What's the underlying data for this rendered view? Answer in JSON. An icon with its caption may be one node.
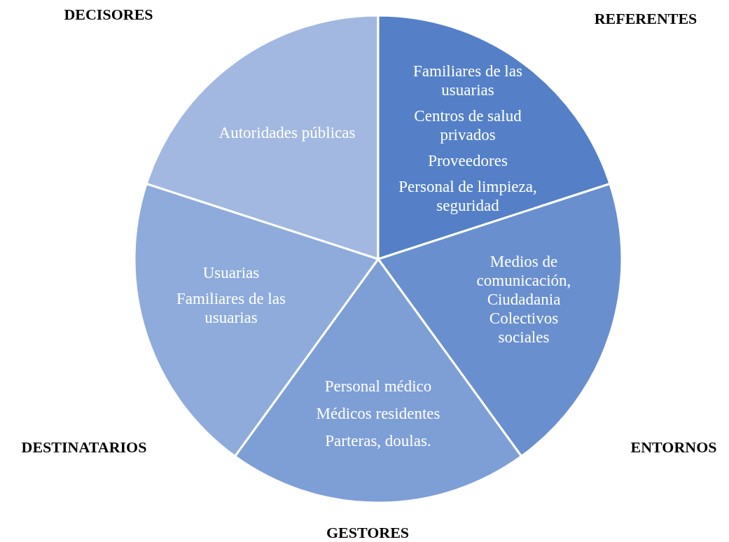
{
  "diagram": {
    "nodes": [
      {
        "text": [
          "DECISORES",
          "Autoridades públicas"
        ]
      },
      {
        "text": [
          "REFERENTES",
          "Familiares de las usuarias",
          "Centros de salud privados",
          "Proveedores",
          "Personal de limpieza, seguridad"
        ]
      },
      {
        "text": [
          "ENTORNOS",
          "Medios de comunicación, Ciudadania",
          "Colectivos sociales"
        ]
      },
      {
        "text": [
          "GESTORES",
          "Personal médico",
          "Médicos residentes",
          "Parteras, doulas."
        ]
      },
      {
        "text": [
          "DESTINATARIOS",
          "Usuarias",
          "Familiares de las usuarias"
        ]
      }
    ]
  }
}
